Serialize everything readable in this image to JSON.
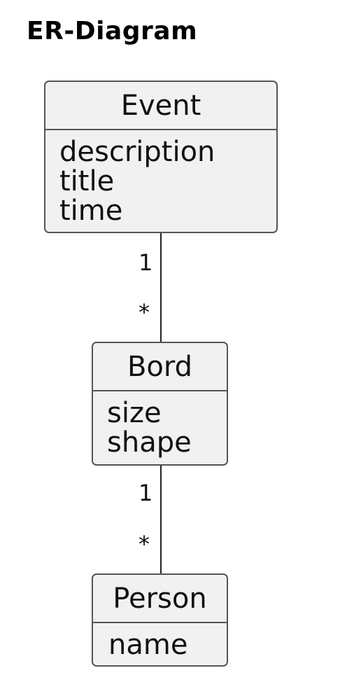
{
  "diagram": {
    "title": "ER-Diagram",
    "entities": [
      {
        "name": "Event",
        "attributes": [
          "description",
          "title",
          "time"
        ]
      },
      {
        "name": "Bord",
        "attributes": [
          "size",
          "shape"
        ]
      },
      {
        "name": "Person",
        "attributes": [
          "name"
        ]
      }
    ],
    "relationships": [
      {
        "from": "Event",
        "to": "Bord",
        "from_multiplicity": "1",
        "to_multiplicity": "*"
      },
      {
        "from": "Bord",
        "to": "Person",
        "from_multiplicity": "1",
        "to_multiplicity": "*"
      }
    ]
  }
}
